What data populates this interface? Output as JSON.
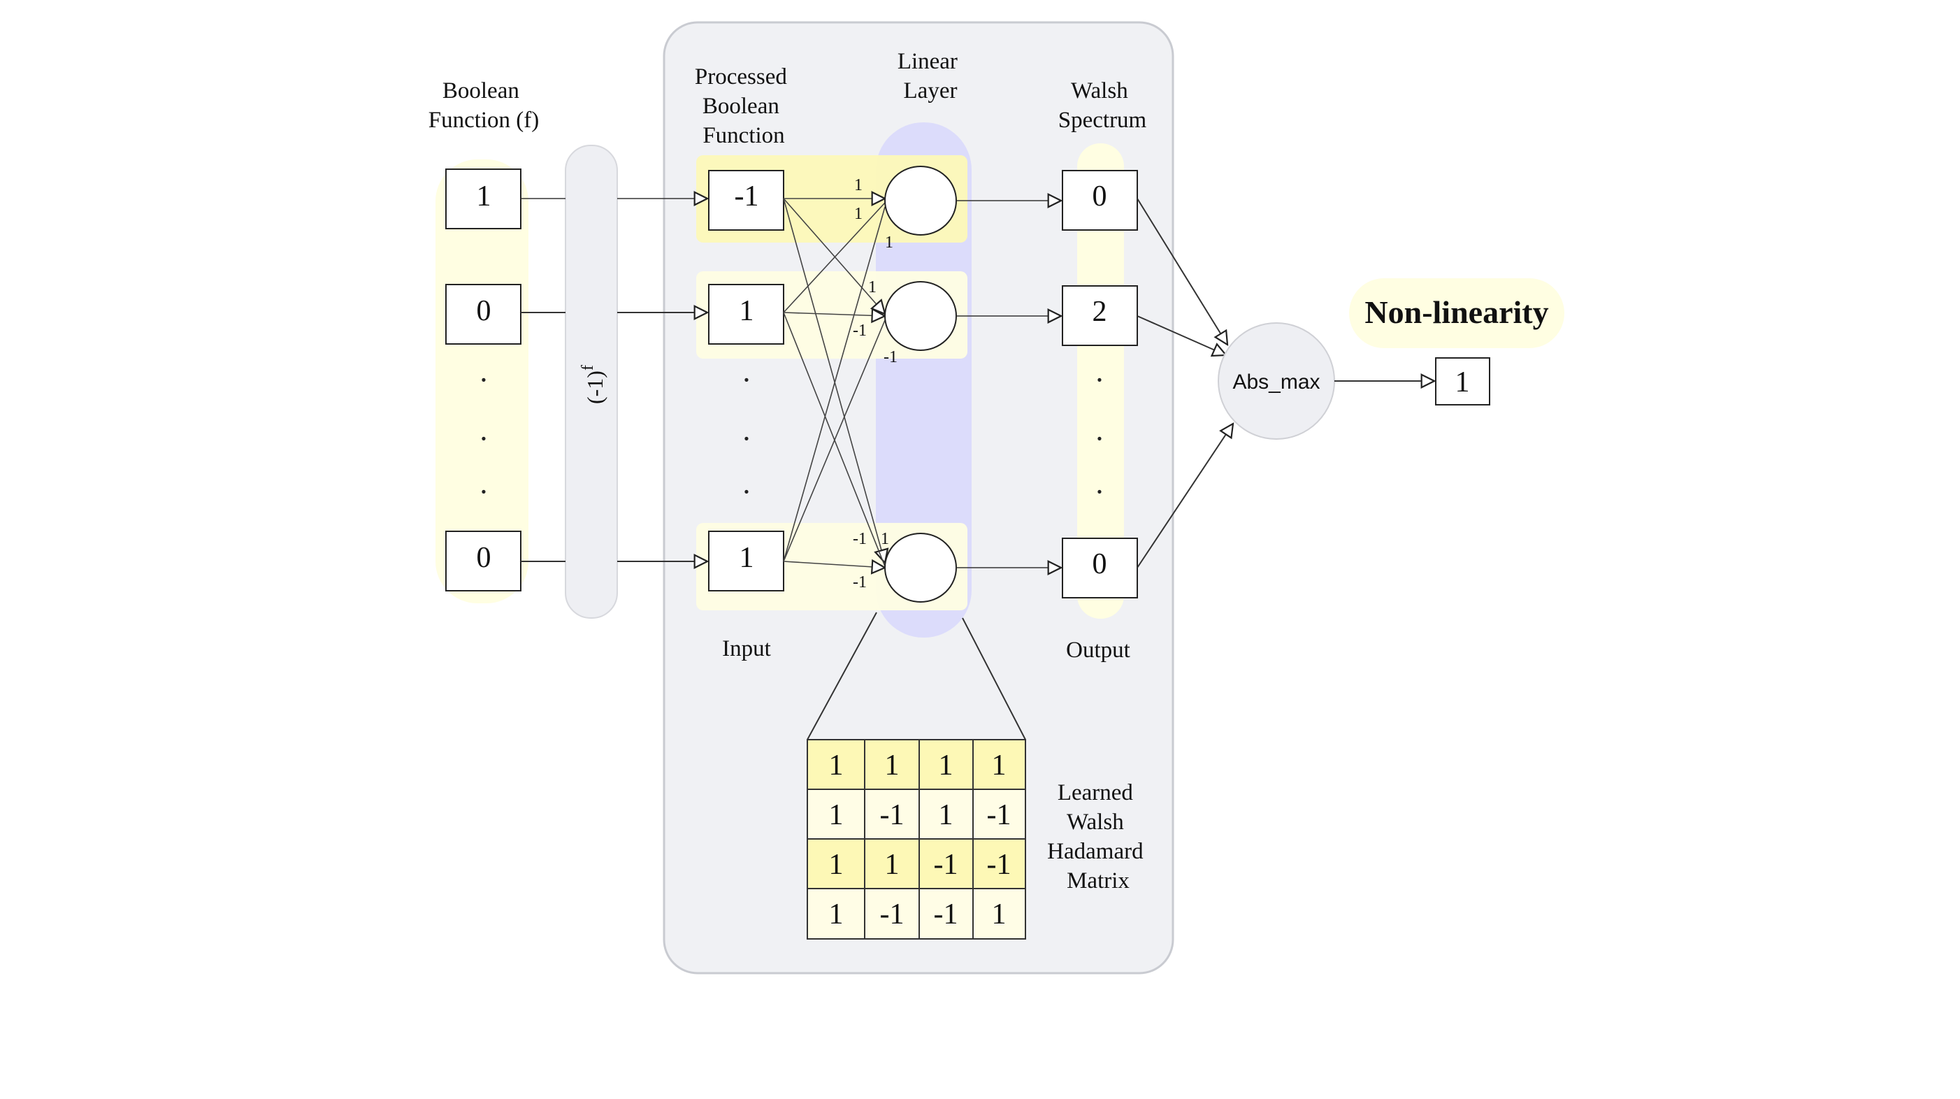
{
  "input_column": {
    "title_line1": "Boolean",
    "title_line2": "Function (f)",
    "values": [
      "1",
      "0",
      "0"
    ],
    "dots": [
      "·",
      "·",
      "·"
    ]
  },
  "transform": {
    "label_base": "(-1)",
    "label_exp": "f"
  },
  "processed": {
    "title_line1": "Processed",
    "title_line2": "Boolean",
    "title_line3": "Function",
    "values": [
      "-1",
      "1",
      "1"
    ],
    "dots": [
      "·",
      "·",
      "·"
    ],
    "caption": "Input"
  },
  "linear_layer": {
    "title_line1": "Linear",
    "title_line2": "Layer",
    "weights": {
      "n1_a": "1",
      "n1_b": "1",
      "n1_c": "1",
      "n2_a": "1",
      "n2_b": "-1",
      "n2_c": "-1",
      "n3_a": "-1",
      "n3_b": "1",
      "n3_c": "-1"
    }
  },
  "walsh_spectrum": {
    "title_line1": "Walsh",
    "title_line2": "Spectrum",
    "values": [
      "0",
      "2",
      "0"
    ],
    "dots": [
      "·",
      "·",
      "·"
    ],
    "caption": "Output"
  },
  "matrix": {
    "rows": [
      [
        "1",
        "1",
        "1",
        "1"
      ],
      [
        "1",
        "-1",
        "1",
        "-1"
      ],
      [
        "1",
        "1",
        "-1",
        "-1"
      ],
      [
        "1",
        "-1",
        "-1",
        "1"
      ]
    ],
    "caption_line1": "Learned",
    "caption_line2": "Walsh",
    "caption_line3": "Hadamard",
    "caption_line4": "Matrix",
    "row_colors": [
      "#fdf8b6",
      "#fffde6",
      "#fdf8b6",
      "#fffde6"
    ]
  },
  "abs_max": {
    "label": "Abs_max"
  },
  "nonlinearity": {
    "title": "Non-linearity",
    "value": "1"
  },
  "colors": {
    "panel": "#f0f1f4",
    "panel_border": "#c9cbd1",
    "yellow": "#fdf8b6",
    "pale_yellow": "#fffee2",
    "lavender": "#dcdcfb",
    "capsule_grey": "#eeeff3"
  }
}
